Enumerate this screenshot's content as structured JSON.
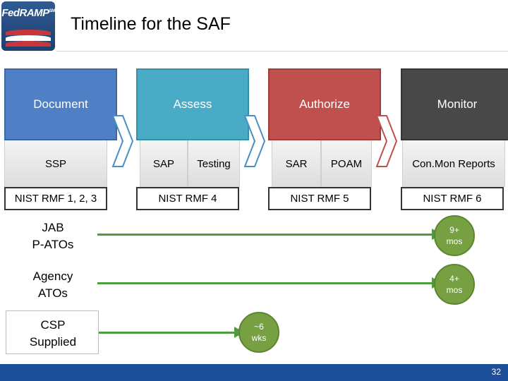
{
  "header": {
    "logo_text": "FedRAMP",
    "logo_tm": "SM",
    "title": "Timeline for the SAF"
  },
  "phases": [
    {
      "label": "Document"
    },
    {
      "label": "Assess"
    },
    {
      "label": "Authorize"
    },
    {
      "label": "Monitor"
    }
  ],
  "artifacts": {
    "document": [
      "SSP"
    ],
    "assess": [
      "SAP",
      "Testing"
    ],
    "authorize": [
      "SAR",
      "POAM"
    ],
    "monitor": [
      "Con.Mon Reports"
    ]
  },
  "nist": [
    "NIST RMF 1, 2, 3",
    "NIST RMF 4",
    "NIST RMF 5",
    "NIST RMF 6"
  ],
  "tracks": [
    {
      "label_line1": "JAB",
      "label_line2": "P-ATOs",
      "duration_line1": "9+",
      "duration_line2": "mos"
    },
    {
      "label_line1": "Agency",
      "label_line2": "ATOs",
      "duration_line1": "4+",
      "duration_line2": "mos"
    },
    {
      "label_line1": "CSP",
      "label_line2": "Supplied",
      "duration_line1": "~6",
      "duration_line2": "wks"
    }
  ],
  "footer": {
    "page_number": "32"
  },
  "colors": {
    "document": "#4f7fc4",
    "assess": "#4aabc7",
    "authorize": "#c0504d",
    "monitor": "#484848",
    "arrow": "#4e9c3f",
    "circle": "#77a043",
    "footer": "#1d4e99"
  }
}
